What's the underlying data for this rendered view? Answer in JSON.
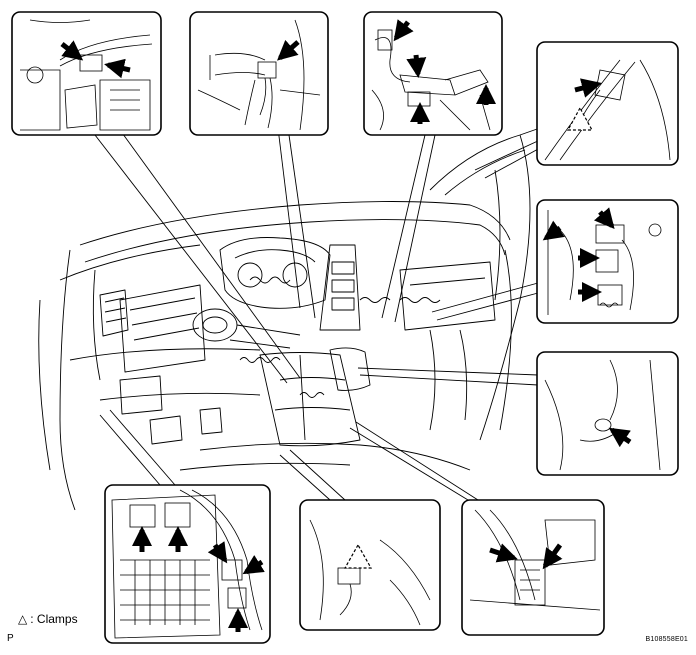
{
  "legend": {
    "clamp_symbol": "△",
    "clamp_label": ": Clamps"
  },
  "figure_letter": "P",
  "figure_code": "B108558E01",
  "callouts": [
    {
      "id": "top-left-connector",
      "arrows": 2,
      "clamps": 0
    },
    {
      "id": "top-center-connector",
      "arrows": 1,
      "clamps": 0
    },
    {
      "id": "top-right-connectors",
      "arrows": 4,
      "clamps": 0
    },
    {
      "id": "pillar-clamp",
      "arrows": 1,
      "clamps": 1
    },
    {
      "id": "glovebox-connectors",
      "arrows": 4,
      "clamps": 0
    },
    {
      "id": "kick-panel-connector",
      "arrows": 1,
      "clamps": 0
    },
    {
      "id": "junction-block",
      "arrows": 5,
      "clamps": 0
    },
    {
      "id": "floor-clamp",
      "arrows": 0,
      "clamps": 1
    },
    {
      "id": "console-connectors",
      "arrows": 2,
      "clamps": 0
    }
  ]
}
